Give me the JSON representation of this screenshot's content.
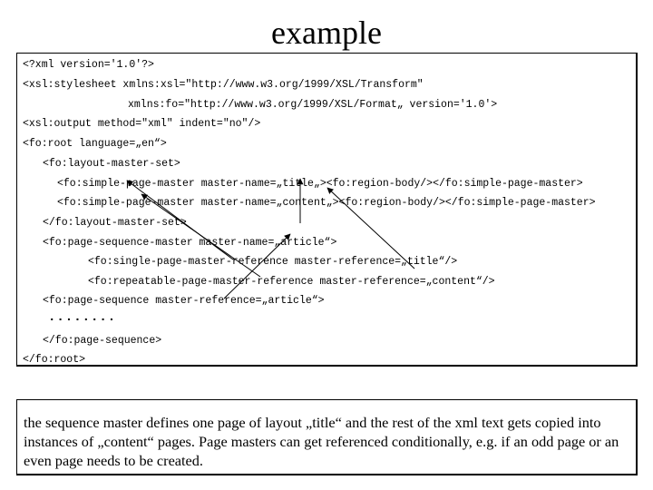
{
  "title": "example",
  "code_lines": [
    "<?xml version='1.0'?>",
    "<xsl:stylesheet xmlns:xsl=\"http://www.w3.org/1999/XSL/Transform\"",
    "xmlns:fo=\"http://www.w3.org/1999/XSL/Format„ version='1.0'>",
    "<xsl:output method=\"xml\" indent=\"no\"/>",
    "<fo:root language=„en“>",
    "<fo:layout-master-set>",
    "<fo:simple-page-master master-name=„title„><fo:region-body/></fo:simple-page-master>",
    "<fo:simple-page-master master-name=„content„><fo:region-body/></fo:simple-page-master>",
    "</fo:layout-master-set>",
    "<fo:page-sequence-master master-name=„article“>",
    "<fo:single-page-master-reference master-reference=„title“/>",
    "<fo:repeatable-page-master-reference master-reference=„content“/>",
    "<fo:page-sequence master-reference=„article“>",
    "........",
    "</fo:page-sequence>",
    "</fo:root>"
  ],
  "note": "the sequence master defines one page of layout „title“ and the rest of the xml text gets copied into instances of „content“ pages. Page masters can get referenced conditionally, e.g. if an odd page or an even page needs to be created."
}
